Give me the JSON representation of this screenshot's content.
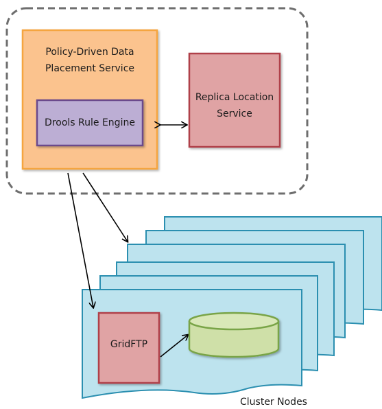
{
  "service_box": {
    "line1": "Policy-Driven Data",
    "line2": "Placement Service"
  },
  "rule_engine": {
    "label": "Drools Rule Engine"
  },
  "replica_service": {
    "line1": "Replica Location",
    "line2": "Service"
  },
  "gridftp": {
    "label": "GridFTP"
  },
  "cluster": {
    "caption": "Cluster Nodes"
  },
  "colors": {
    "orange_fill": "#fbc38e",
    "orange_stroke": "#f5a53f",
    "purple_fill": "#bcaed4",
    "purple_stroke": "#6b4a8c",
    "red_fill": "#e0a3a4",
    "red_stroke": "#b0404a",
    "cyan_fill": "#bde3ee",
    "cyan_stroke": "#2b8fb0",
    "green_fill": "#cfe0a8",
    "green_stroke": "#79a447",
    "dash_stroke": "#6e6e6e"
  }
}
